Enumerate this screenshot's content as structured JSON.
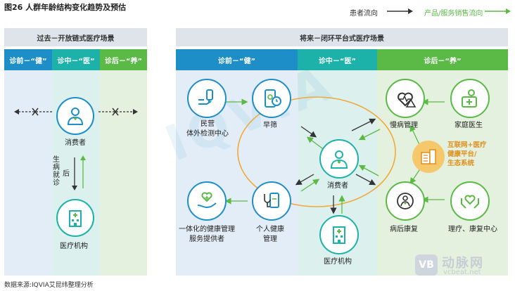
{
  "title": "图26 人群年龄结构变化趋势及预估",
  "legend": {
    "patient_flow": "患者流向",
    "product_flow": "产品/服务销售流向"
  },
  "left_panel": {
    "header": "过去－开放链式医疗场景",
    "bands": [
      "诊前－“健”",
      "诊中－“医”",
      "诊后－“养”"
    ],
    "consumer": "消费者",
    "institution": "医疗机构",
    "seek_care": "生病就诊",
    "discharge": "后"
  },
  "right_panel": {
    "header": "将来－闭环平台式医疗场景",
    "bands": [
      "诊前－“健”",
      "诊中－“医”",
      "诊后－“养”"
    ],
    "nodes": {
      "civil_test": "民营\n体外检测中心",
      "screening": "早筛",
      "chronic": "慢病管理",
      "family_doctor": "家庭医生",
      "consumer": "消费者",
      "platform": "互联网+医疗\n健康平台/\n生态系统",
      "integrated": "一体化的健康管理\n服务提供者",
      "personal": "个人健康\n管理",
      "institution": "医疗机构",
      "recovery": "病后康复",
      "rehab_center": "理疗、康复中心"
    }
  },
  "watermark": "IQVIA",
  "brand": {
    "cn": "动脉网",
    "url": "vcbeat.net"
  },
  "footer": "数据来源:IQVIA艾昆纬整理分析",
  "colors": {
    "blue": "#1e8ec9",
    "teal": "#1cb2aa",
    "green": "#5bb946",
    "blue_bg": "#e3edf7",
    "teal_bg": "#dcf0ee",
    "green_bg": "#e4f1de",
    "ring": "#f0a93a"
  }
}
